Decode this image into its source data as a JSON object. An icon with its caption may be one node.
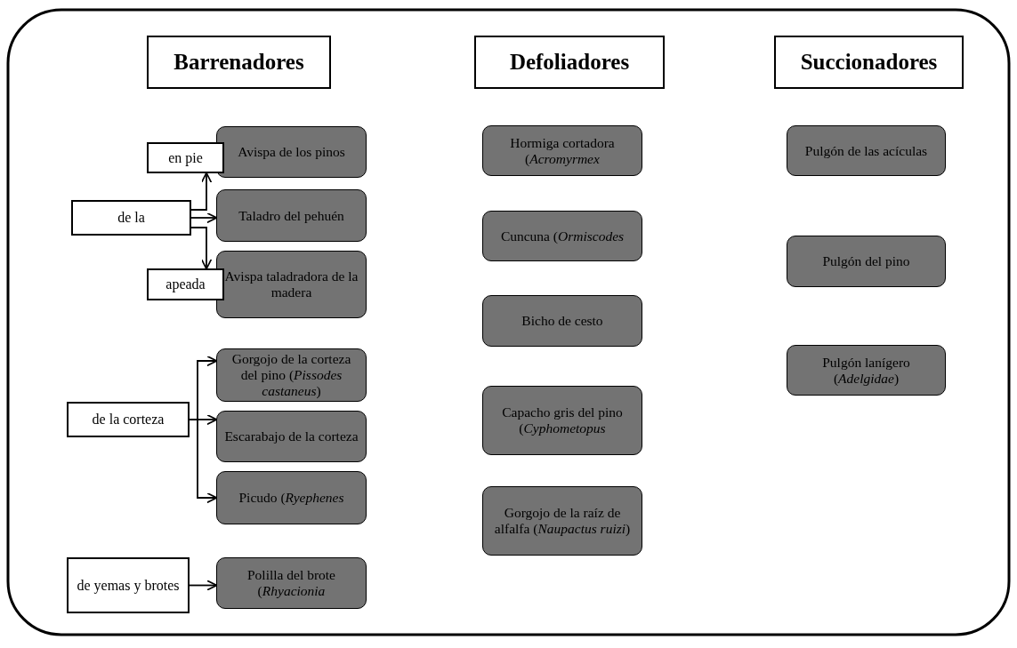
{
  "diagram": {
    "nodes": [
      {
        "text": [
          "Barrenadores"
        ]
      },
      {
        "text": [
          "Defoliadores"
        ]
      },
      {
        "text": [
          "Succionadores"
        ]
      },
      {
        "text": [
          "en pie"
        ]
      },
      {
        "text": [
          "de la"
        ]
      },
      {
        "text": [
          "apeada"
        ]
      },
      {
        "text": [
          "Avispa de los pinos"
        ]
      },
      {
        "text": [
          "Taladro del pehuén"
        ]
      },
      {
        "text": [
          "Avispa taladradora de la madera"
        ]
      },
      {
        "text": [
          "de la corteza"
        ]
      },
      {
        "text": [
          "Gorgojo de la corteza del pino (*Pissodes castaneus*)"
        ]
      },
      {
        "text": [
          "Escarabajo de la corteza"
        ]
      },
      {
        "text": [
          "Picudo (*Ryephenes*"
        ]
      },
      {
        "text": [
          "de yemas y brotes"
        ]
      },
      {
        "text": [
          "Polilla del brote (*Rhyacionia*"
        ]
      },
      {
        "text": [
          "Hormiga cortadora (*Acromyrmex*"
        ]
      },
      {
        "text": [
          "Cuncuna (*Ormiscodes*"
        ]
      },
      {
        "text": [
          "Bicho de cesto"
        ]
      },
      {
        "text": [
          "Capacho gris del pino (*Cyphometopus*"
        ]
      },
      {
        "text": [
          "Gorgojo de la raíz de alfalfa (*Naupactus ruizi*)"
        ]
      },
      {
        "text": [
          "Pulgón de las acículas"
        ]
      },
      {
        "text": [
          "Pulgón del pino"
        ]
      },
      {
        "text": [
          "Pulgón lanígero (*Adelgidae*)"
        ]
      }
    ],
    "edges": [
      {
        "from": 4,
        "to": 3,
        "arrow": "to"
      },
      {
        "from": 4,
        "to": 7,
        "arrow": "to"
      },
      {
        "from": 4,
        "to": 5,
        "arrow": "to"
      },
      {
        "from": 9,
        "to": 10,
        "arrow": "to"
      },
      {
        "from": 9,
        "to": 11,
        "arrow": "to"
      },
      {
        "from": 9,
        "to": 12,
        "arrow": "to"
      },
      {
        "from": 13,
        "to": 14,
        "arrow": "to"
      }
    ]
  }
}
